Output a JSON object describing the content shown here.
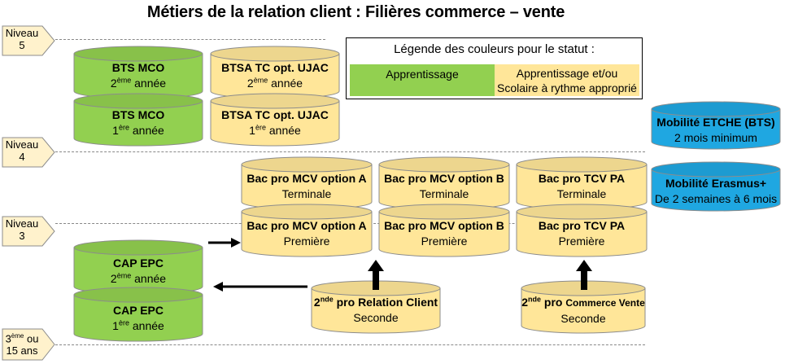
{
  "title": "Métiers de la relation client : Filières commerce – vente",
  "colors": {
    "apprentissage": "#92d050",
    "apprentissage_scolaire": "#ffe699",
    "mobilite": "#1fa7e1",
    "level_tag": "#fff2cc"
  },
  "levels": {
    "niveau5": {
      "line1": "Niveau",
      "line2": "5"
    },
    "niveau4": {
      "line1": "Niveau",
      "line2": "4"
    },
    "niveau3": {
      "line1": "Niveau",
      "line2": "3"
    },
    "troisieme": {
      "line1a": "3",
      "line1sup": "ème",
      "line1b": " ou",
      "line2": "15 ans"
    }
  },
  "legend": {
    "title": "Légende des couleurs pour le statut :",
    "green": "Apprentissage",
    "yellow_line1": "Apprentissage et/ou",
    "yellow_line2": "Scolaire à rythme approprié"
  },
  "bts_mco": {
    "year2": {
      "name": "BTS MCO",
      "year_num": "2",
      "year_sup": "ème",
      "year_rest": " année"
    },
    "year1": {
      "name": "BTS MCO",
      "year_num": "1",
      "year_sup": "ère",
      "year_rest": " année"
    }
  },
  "btsa": {
    "year2": {
      "name": "BTSA TC opt. UJAC",
      "year_num": "2",
      "year_sup": "ème",
      "year_rest": " année"
    },
    "year1": {
      "name": "BTSA TC opt. UJAC",
      "year_num": "1",
      "year_sup": "ère",
      "year_rest": " année"
    }
  },
  "bac_mcv_a": {
    "terminale": {
      "name": "Bac pro MCV option A",
      "grade": "Terminale"
    },
    "premiere": {
      "name": "Bac pro MCV option A",
      "grade": "Première"
    }
  },
  "bac_mcv_b": {
    "terminale": {
      "name": "Bac pro MCV option B",
      "grade": "Terminale"
    },
    "premiere": {
      "name": "Bac pro MCV option B",
      "grade": "Première"
    }
  },
  "bac_tcv": {
    "terminale": {
      "name": "Bac pro TCV PA",
      "grade": "Terminale"
    },
    "premiere": {
      "name": "Bac pro TCV PA",
      "grade": "Première"
    }
  },
  "cap_epc": {
    "year2": {
      "name": "CAP EPC",
      "year_num": "2",
      "year_sup": "ème",
      "year_rest": " année"
    },
    "year1": {
      "name": "CAP EPC",
      "year_num": "1",
      "year_sup": "ère",
      "year_rest": " année"
    }
  },
  "seconde_rc": {
    "pre": "2",
    "sup": "nde",
    "name": " pro Relation Client",
    "grade": "Seconde"
  },
  "seconde_cv": {
    "pre": "2",
    "sup": "nde",
    "name": " pro ",
    "name_small": "Commerce Vente",
    "grade": "Seconde"
  },
  "mobilite_etche": {
    "name": "Mobilité ETCHE (BTS)",
    "detail": "2 mois minimum"
  },
  "mobilite_erasmus": {
    "name": "Mobilité Erasmus+",
    "detail": "De 2 semaines à 6 mois"
  }
}
